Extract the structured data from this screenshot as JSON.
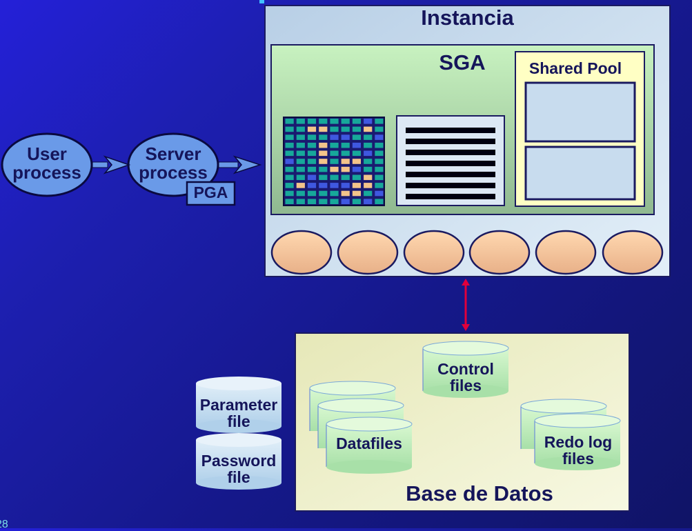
{
  "instance": {
    "title": "Instancia"
  },
  "sga": {
    "title": "SGA",
    "shared_pool_label": "Shared Pool"
  },
  "processes": {
    "user": "User\nprocess",
    "server": "Server\nprocess",
    "pga": "PGA"
  },
  "database": {
    "title": "Base de Datos",
    "control_files": "Control\nfiles",
    "datafiles": "Datafiles",
    "redo_log_files": "Redo log\nfiles"
  },
  "external_files": {
    "parameter": "Parameter\nfile",
    "password": "Password\nfile"
  },
  "page_number": "28",
  "colors": {
    "background": "#1d1fb0",
    "instance_fill": "#cfe0ee",
    "sga_fill": "#bfe8b8",
    "shared_pool_fill": "#ffffc8",
    "database_fill": "#eef0cc",
    "cylinder_fill": "#c8f0c0",
    "background_process_fill": "#f6c8a0",
    "arrow": "#e0003c"
  }
}
